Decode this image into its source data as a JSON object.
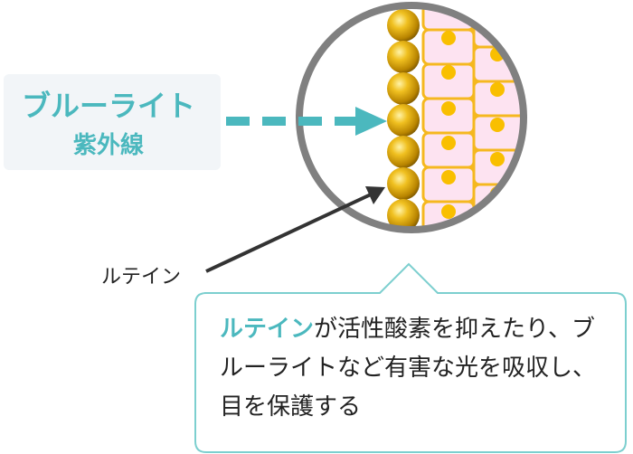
{
  "label": {
    "line1": "ブルーライト",
    "line2": "紫外線"
  },
  "pointer_label": "ルテイン",
  "callout": {
    "highlight": "ルテイン",
    "text_rest": "が活性酸素を抑えたり、ブルーライトなど有害な光を吸収し、目を保護する"
  },
  "colors": {
    "accent": "#4bb8be",
    "lens_border": "#808080",
    "gold": "#e8b000",
    "cell_fill": "#fde3f1",
    "cell_border": "#f5b81f",
    "nucleus": "#f9bf00"
  }
}
